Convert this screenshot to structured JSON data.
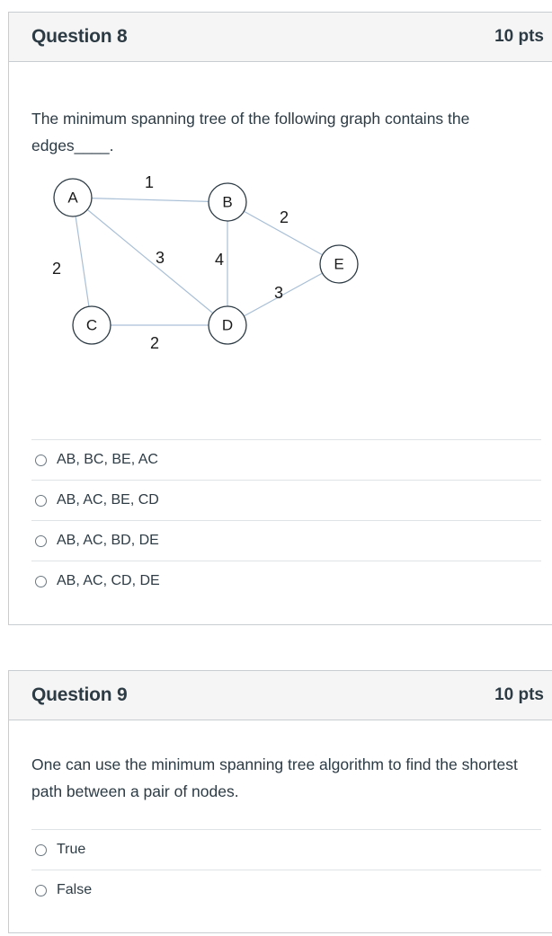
{
  "questions": [
    {
      "title": "Question 8",
      "points": "10 pts",
      "text": "The minimum spanning tree of the following graph contains the edges____.",
      "graph": {
        "nodes": [
          {
            "id": "A",
            "label": "A"
          },
          {
            "id": "B",
            "label": "B"
          },
          {
            "id": "C",
            "label": "C"
          },
          {
            "id": "D",
            "label": "D"
          },
          {
            "id": "E",
            "label": "E"
          }
        ],
        "edges": [
          {
            "from": "A",
            "to": "B",
            "weight": "1"
          },
          {
            "from": "A",
            "to": "C",
            "weight": "2"
          },
          {
            "from": "A",
            "to": "D",
            "weight": "3"
          },
          {
            "from": "B",
            "to": "D",
            "weight": "4"
          },
          {
            "from": "B",
            "to": "E",
            "weight": "2"
          },
          {
            "from": "C",
            "to": "D",
            "weight": "2"
          },
          {
            "from": "D",
            "to": "E",
            "weight": "3"
          }
        ]
      },
      "answers": [
        "AB, BC, BE, AC",
        "AB, AC, BE, CD",
        "AB, AC, BD, DE",
        "AB, AC, CD, DE"
      ]
    },
    {
      "title": "Question 9",
      "points": "10 pts",
      "text": "One can use the minimum spanning tree algorithm to find the shortest path between a pair of nodes.",
      "answers": [
        "True",
        "False"
      ]
    }
  ],
  "colors": {
    "border": "#c7cdd1",
    "header_bg": "#f5f5f5",
    "text": "#2d3b45",
    "edge": "#a9bfd6",
    "node_border": "#2d3b45"
  }
}
